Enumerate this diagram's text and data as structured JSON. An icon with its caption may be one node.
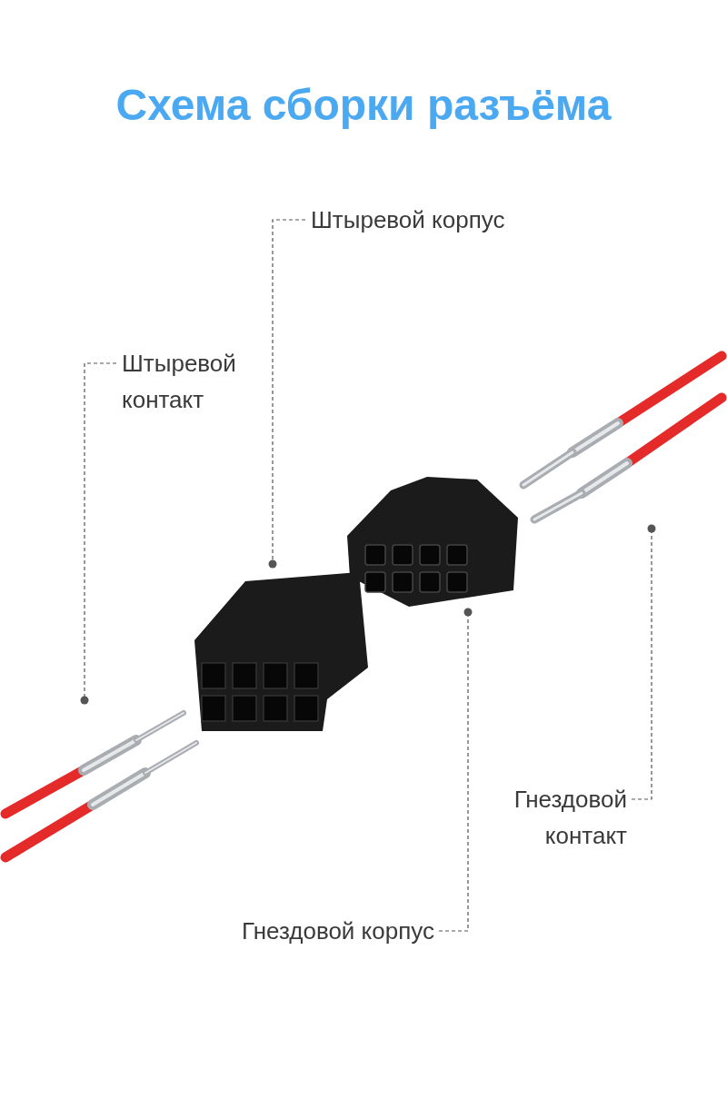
{
  "diagram": {
    "title": "Схема сборки разъёма",
    "nodes": [
      {
        "text": [
          "Штыревой корпус"
        ]
      },
      {
        "text": [
          "Штыревой контакт"
        ]
      },
      {
        "text": [
          "Гнездовой контакт"
        ]
      },
      {
        "text": [
          "Гнездовой корпус"
        ]
      },
      {
        "text": [],
        "shape": "picture"
      },
      {
        "text": [],
        "shape": "picture"
      },
      {
        "text": [],
        "shape": "picture"
      },
      {
        "text": [],
        "shape": "picture"
      }
    ],
    "edges": [
      {
        "from": 0,
        "to": 5,
        "arrow": "other",
        "style": "dashed"
      },
      {
        "from": 1,
        "to": 4,
        "arrow": "other",
        "style": "dashed"
      },
      {
        "from": 2,
        "to": 7,
        "arrow": "other",
        "style": "dashed"
      },
      {
        "from": 3,
        "to": 6,
        "arrow": "other",
        "style": "dashed"
      }
    ]
  }
}
